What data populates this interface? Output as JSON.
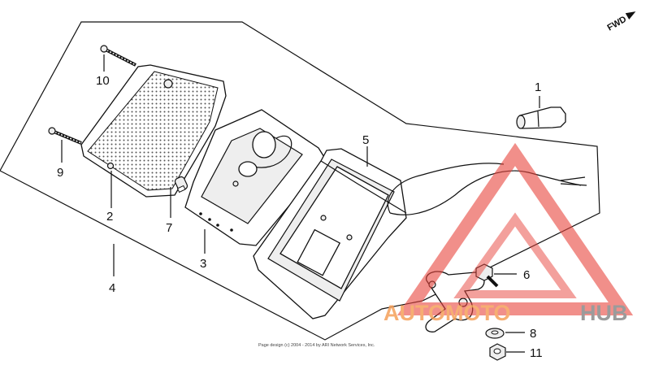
{
  "callouts": {
    "c1": "1",
    "c2": "2",
    "c3": "3",
    "c4": "4",
    "c5": "5",
    "c6": "6",
    "c7": "7",
    "c8": "8",
    "c9": "9",
    "c10": "10",
    "c11": "11"
  },
  "direction_label": "FWD",
  "copyright": "Page design (c) 2004 - 2014 by ARI Network Services, Inc.",
  "watermark": {
    "part1": "AUTOMOTO",
    "part2": "HUB",
    "color_primary": "#e8453c",
    "color_secondary": "#8a8a8a"
  }
}
